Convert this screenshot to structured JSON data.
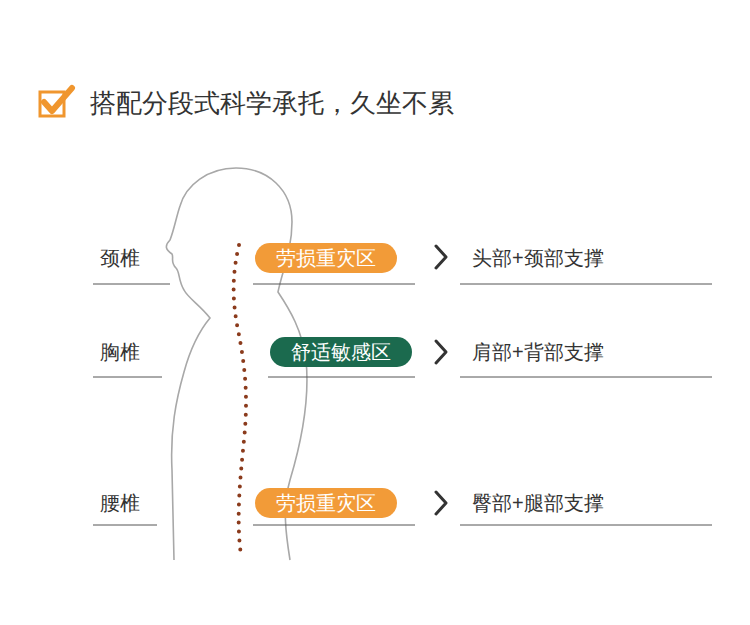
{
  "diagram": {
    "title": "搭配分段式科学承托，久坐不累",
    "nodes": [
      {
        "text": [
          "劳损重灾区"
        ]
      },
      {
        "text": [
          "舒适敏感区"
        ]
      },
      {
        "text": [
          "劳损重灾区"
        ]
      }
    ],
    "labels": [
      "颈椎",
      "头部+颈部支撑",
      "胸椎",
      "肩部+背部支撑",
      "腰椎",
      "臀部+腿部支撑"
    ]
  }
}
